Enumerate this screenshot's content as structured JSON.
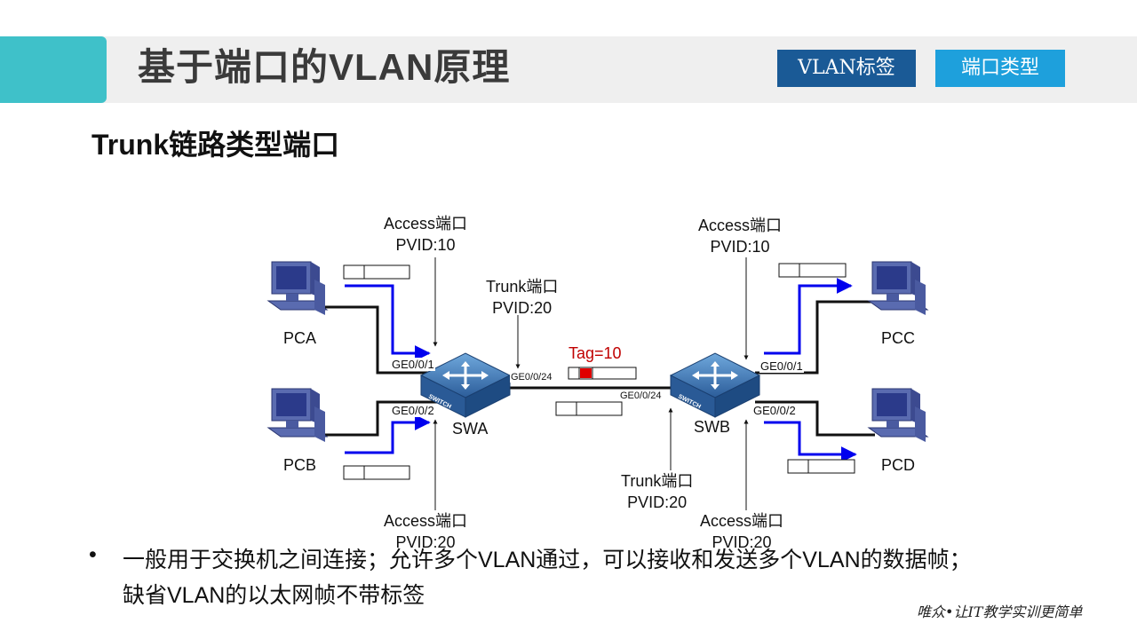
{
  "header": {
    "title": "基于端口的VLAN原理",
    "tab1": "VLAN标签",
    "tab2": "端口类型"
  },
  "subtitle": "Trunk链路类型端口",
  "diagram": {
    "pca": "PCA",
    "pcb": "PCB",
    "pcc": "PCC",
    "pcd": "PCD",
    "swa": "SWA",
    "swb": "SWB",
    "swa_port1": "GE0/0/1",
    "swa_port2": "GE0/0/2",
    "swa_port24": "GE0/0/24",
    "swb_port1": "GE0/0/1",
    "swb_port2": "GE0/0/2",
    "swb_port24": "GE0/0/24",
    "access_top_left": [
      "Access端口",
      "PVID:10"
    ],
    "access_top_right": [
      "Access端口",
      "PVID:10"
    ],
    "trunk_top": [
      "Trunk端口",
      "PVID:20"
    ],
    "trunk_bottom": [
      "Trunk端口",
      "PVID:20"
    ],
    "access_bottom_left": [
      "Access端口",
      "PVID:20"
    ],
    "access_bottom_right": [
      "Access端口",
      "PVID:20"
    ],
    "tag": "Tag=10",
    "switch_text": "SWITCH"
  },
  "bullet": {
    "marker": "•",
    "line1": "一般用于交换机之间连接；允许多个VLAN通过，可以接收和发送多个VLAN的数据帧；",
    "line2": "缺省VLAN的以太网帧不带标签"
  },
  "footer": "唯众•让IT教学实训更简单",
  "colors": {
    "accent": "#3fc1c9",
    "tab1": "#1a5a96",
    "tab2": "#1ea0dc",
    "arrow": "#0000ee",
    "tag": "#c00000"
  }
}
